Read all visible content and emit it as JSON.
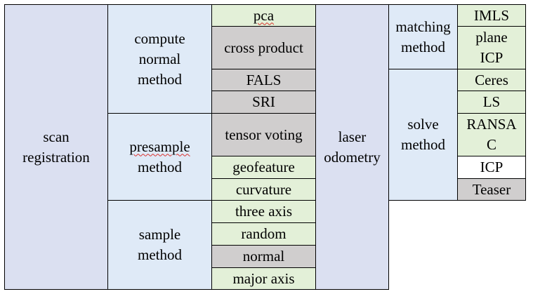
{
  "colors": {
    "lavender": "#dbe0f1",
    "light_blue": "#dfeaf7",
    "light_green": "#e3f0d8",
    "gray": "#d0cece",
    "white": "#ffffff",
    "border": "#000000"
  },
  "scan_registration": {
    "label": "scan\nregistration",
    "compute_normal_method": {
      "label": "compute\nnormal\nmethod",
      "items": [
        "pca",
        "cross product",
        "FALS",
        "SRI"
      ]
    },
    "presample_method": {
      "label_word": "presample",
      "label_rest": "method",
      "items": [
        "tensor voting",
        "geofeature",
        "curvature"
      ]
    },
    "sample_method": {
      "label": "sample\nmethod",
      "items": [
        "three axis",
        "random",
        "normal",
        "major axis"
      ]
    }
  },
  "laser_odometry": {
    "label": "laser\nodometry",
    "matching_method": {
      "label": "matching\nmethod",
      "items": [
        "IMLS",
        "plane\nICP"
      ]
    },
    "solve_method": {
      "label": "solve\nmethod",
      "items": [
        "Ceres",
        "LS",
        "RANSA\nC",
        "ICP",
        "Teaser"
      ]
    }
  }
}
